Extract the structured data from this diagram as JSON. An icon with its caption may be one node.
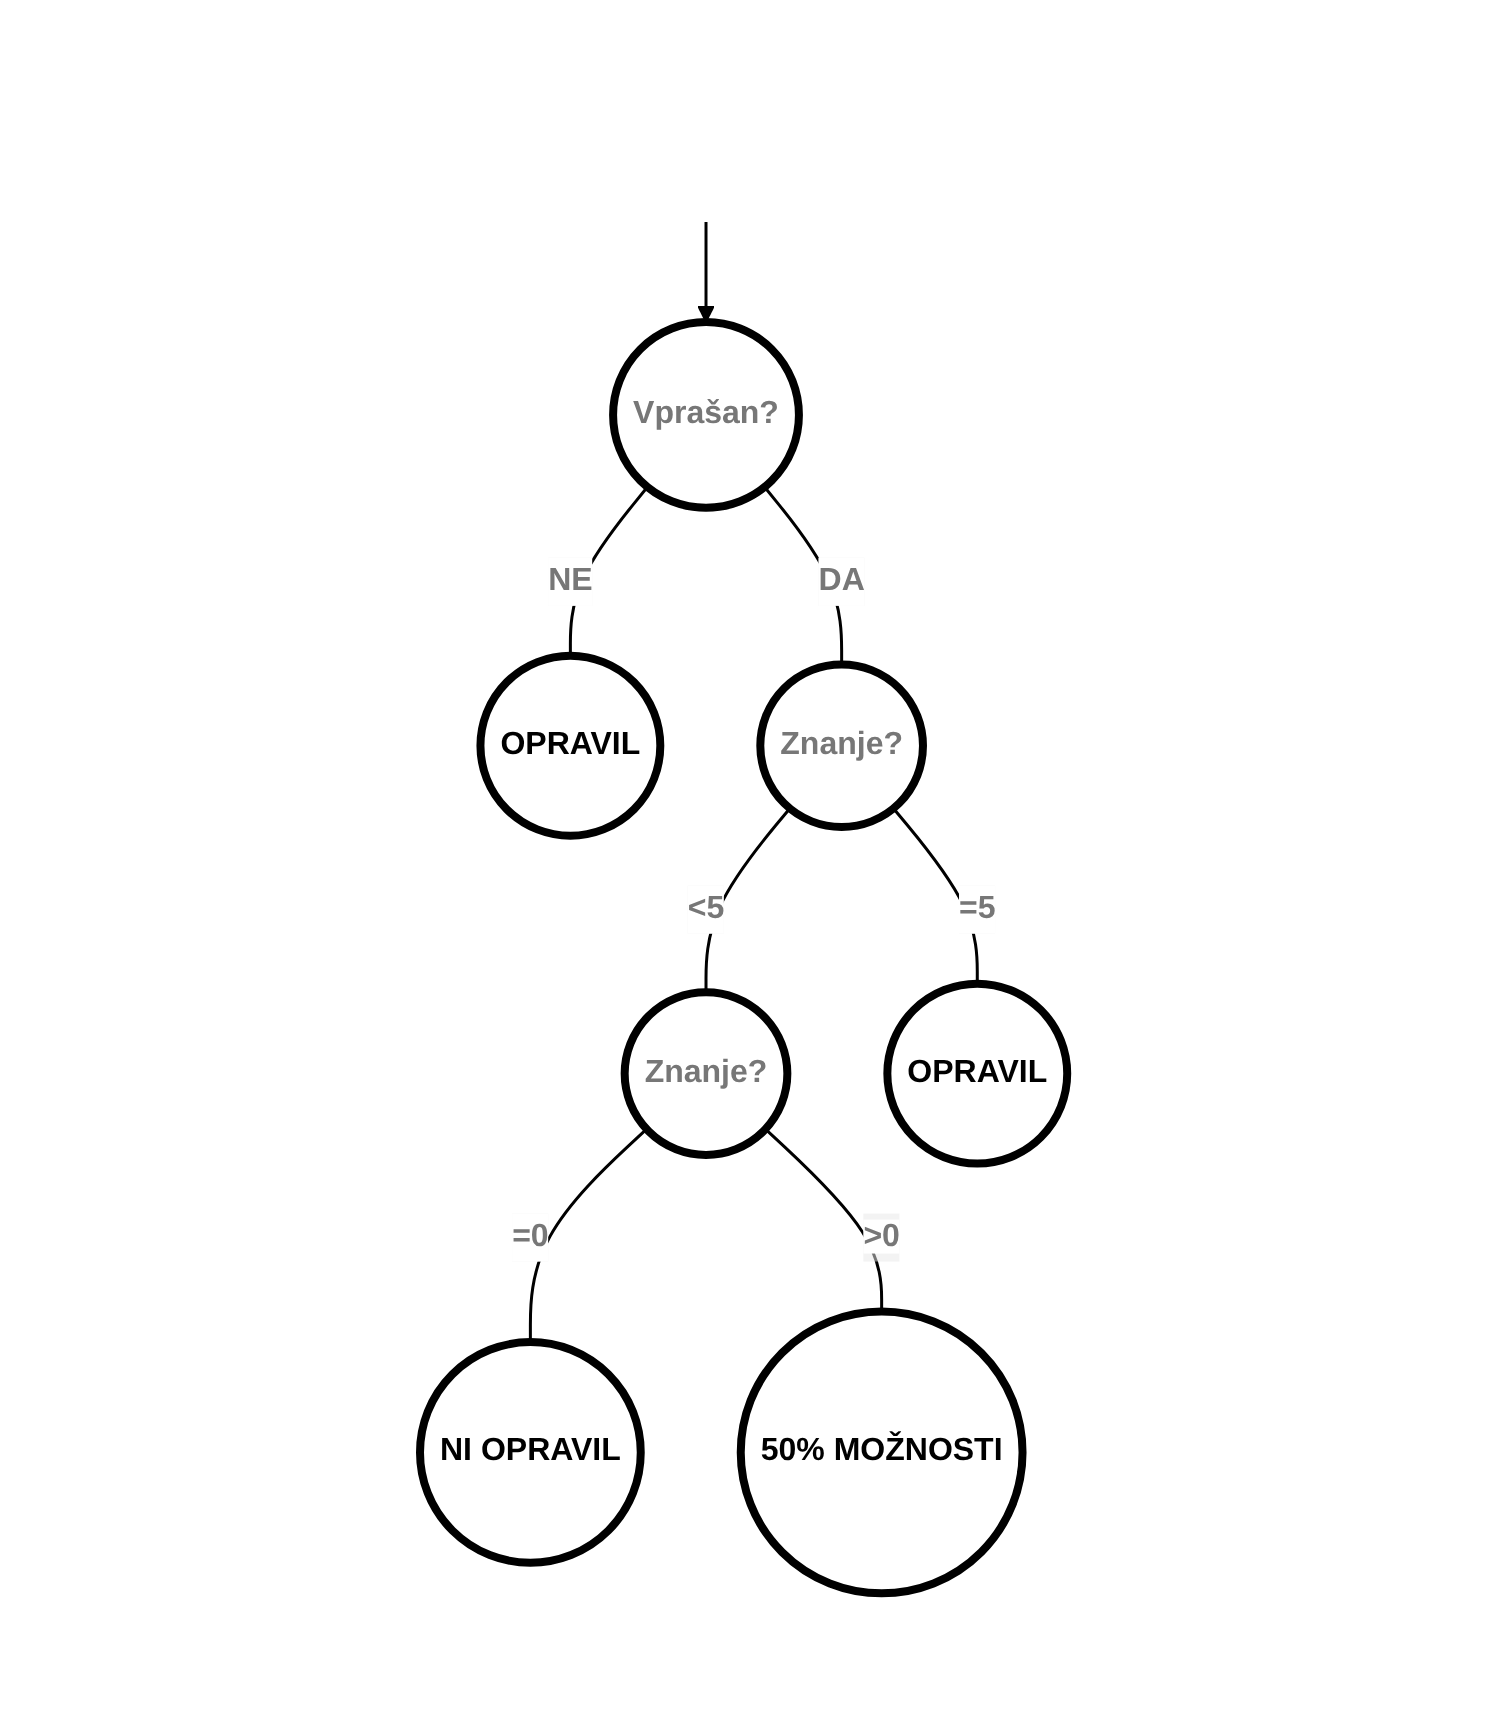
{
  "diagram": {
    "nodes": [
      {
        "text": [
          "Vprašan?"
        ]
      },
      {
        "text": [
          "OPRAVIL"
        ]
      },
      {
        "text": [
          "Znanje?"
        ]
      },
      {
        "text": [
          "Znanje?"
        ]
      },
      {
        "text": [
          "OPRAVIL"
        ]
      },
      {
        "text": [
          "NI OPRAVIL"
        ]
      },
      {
        "text": [
          "50% MOŽNOSTI"
        ]
      }
    ],
    "edges": [
      {
        "from": null,
        "to": 0,
        "arrow": "to"
      },
      {
        "from": 0,
        "to": 1,
        "arrow": "none",
        "label": "NE"
      },
      {
        "from": 0,
        "to": 2,
        "arrow": "none",
        "label": "DA"
      },
      {
        "from": 2,
        "to": 3,
        "arrow": "none",
        "label": "<5"
      },
      {
        "from": 2,
        "to": 4,
        "arrow": "none",
        "label": "=5"
      },
      {
        "from": 3,
        "to": 5,
        "arrow": "none",
        "label": "=0"
      },
      {
        "from": 3,
        "to": 6,
        "arrow": "none",
        "label": ">0"
      }
    ]
  }
}
